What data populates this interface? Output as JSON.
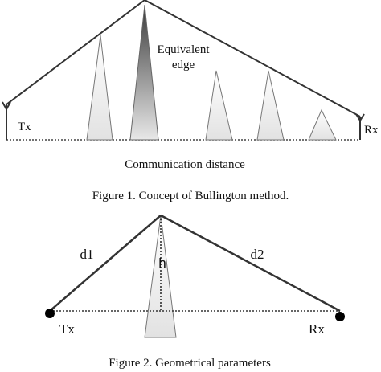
{
  "figure1": {
    "caption": "Figure 1. Concept of Bullington method.",
    "tx_label": "Tx",
    "rx_label": "Rx",
    "equivalent_edge_label_line1": "Equivalent",
    "equivalent_edge_label_line2": "edge",
    "axis_label": "Communication distance"
  },
  "figure2": {
    "caption": "Figure 2. Geometrical parameters",
    "d1_label": "d1",
    "d2_label": "d2",
    "h_label": "h",
    "tx_label": "Tx",
    "rx_label": "Rx"
  },
  "colors": {
    "line": "#333333",
    "obstacle_fill": "#f0f0f0",
    "obstacle_stroke": "#666666",
    "edge_dark": "#555555"
  }
}
